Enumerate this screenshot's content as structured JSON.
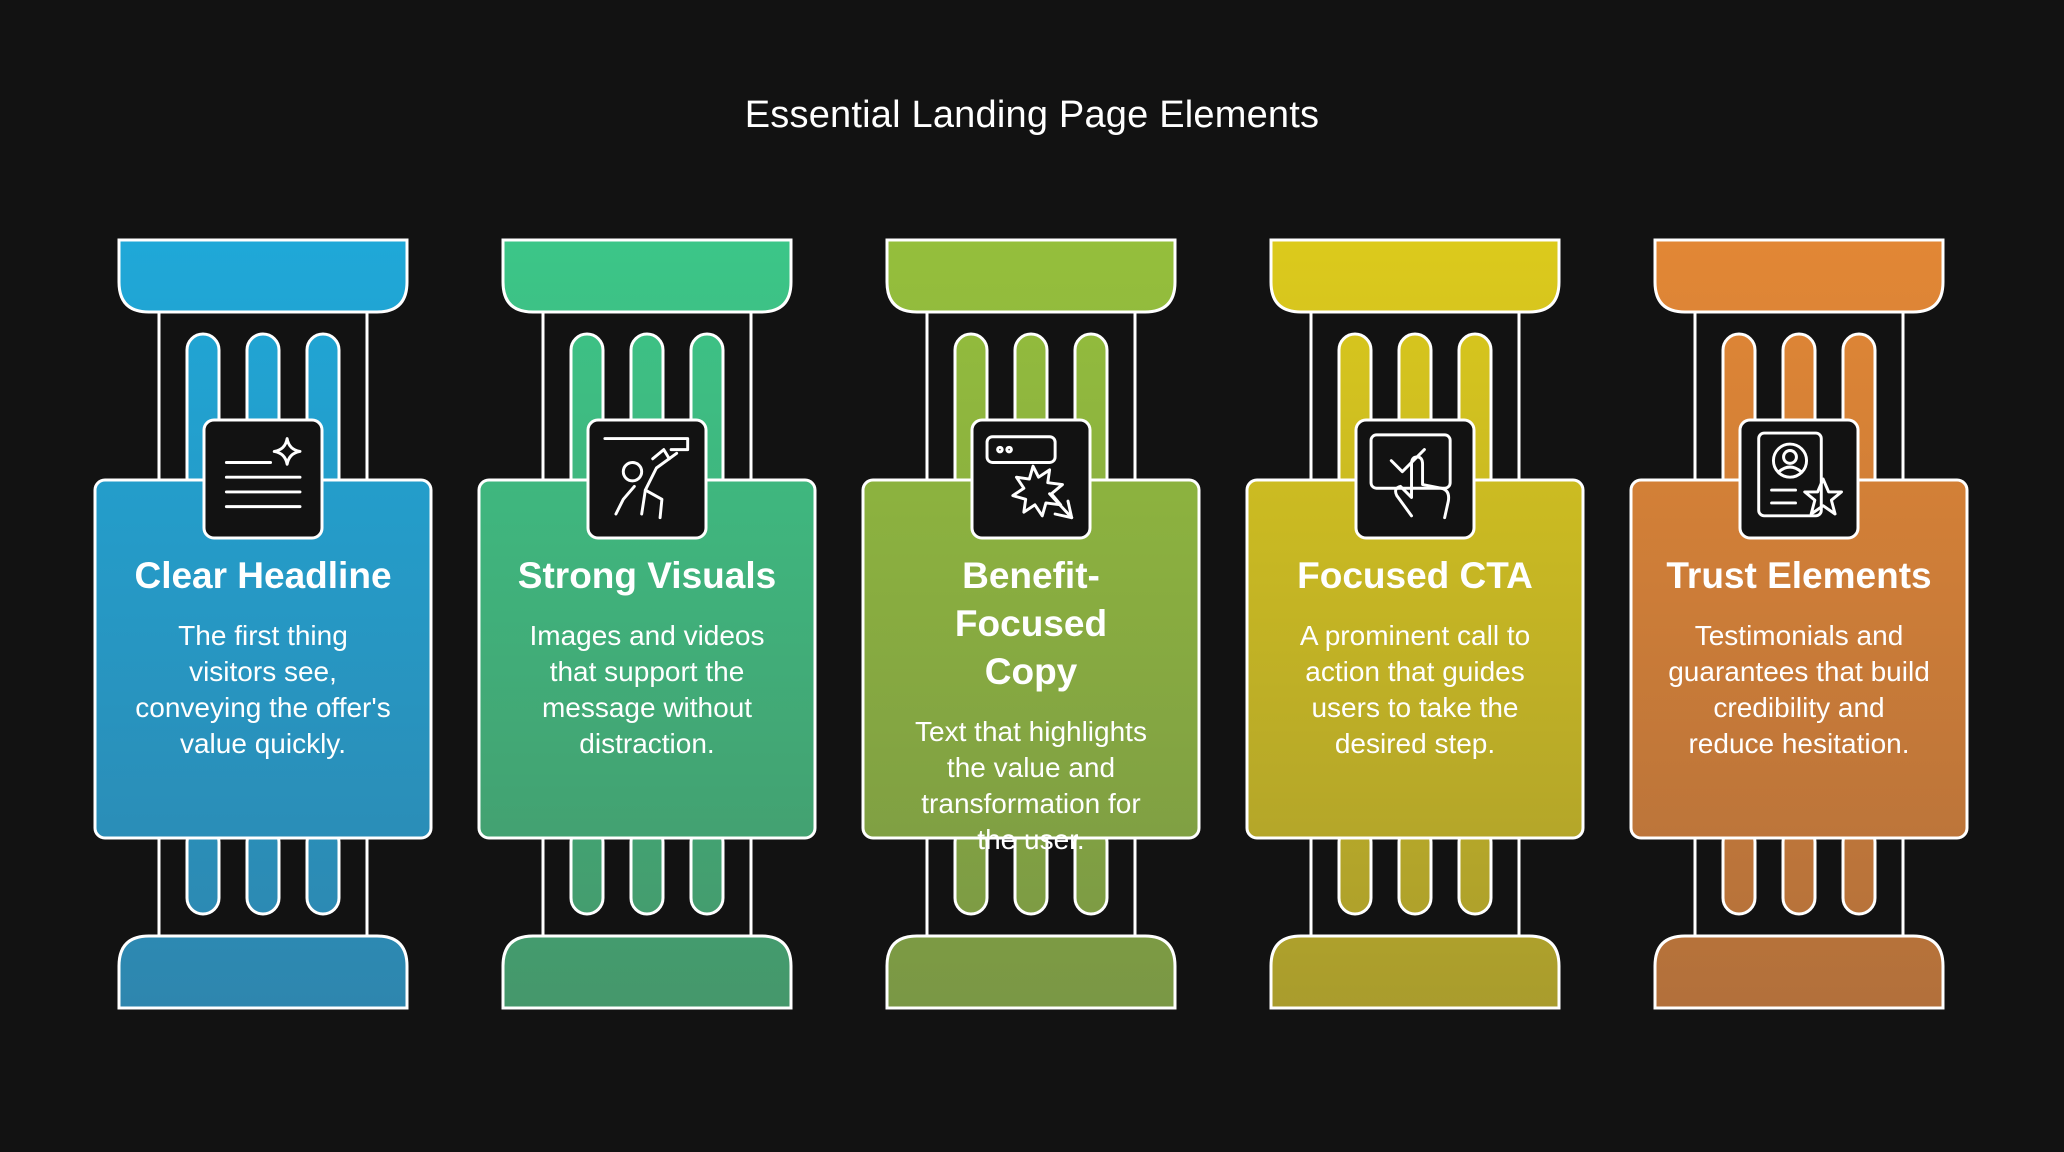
{
  "title": "Essential Landing Page Elements",
  "pillars": [
    {
      "heading": "Clear Headline",
      "description": "The first thing visitors see, conveying the offer's value quickly.",
      "icon": "document-sparkle-icon",
      "color_top": "#1FA8D8",
      "color_bottom": "#2E86AE"
    },
    {
      "heading": "Strong Visuals",
      "description": "Images and videos that support the message without distraction.",
      "icon": "presenter-screen-icon",
      "color_top": "#3CC688",
      "color_bottom": "#45976B"
    },
    {
      "heading": "Benefit-Focused Copy",
      "description": "Text that highlights the value and transformation for the user.",
      "icon": "click-burst-icon",
      "color_top": "#95BF3C",
      "color_bottom": "#7A9745"
    },
    {
      "heading": "Focused CTA",
      "description": "A prominent call to action that guides users to take the desired step.",
      "icon": "touch-checkmark-icon",
      "color_top": "#DCCA1C",
      "color_bottom": "#A99C2D"
    },
    {
      "heading": "Trust Elements",
      "description": "Testimonials and guarantees that build credibility and reduce hesitation.",
      "icon": "profile-badge-star-icon",
      "color_top": "#E28735",
      "color_bottom": "#B2703B"
    }
  ]
}
